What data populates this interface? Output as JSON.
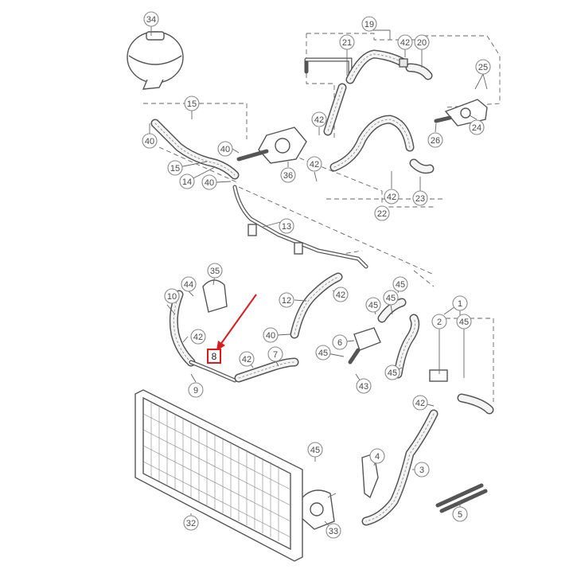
{
  "diagram": {
    "highlight": {
      "label": "8",
      "color": "#e0191c"
    },
    "callouts": {
      "c1": "1",
      "c2": "2",
      "c3": "3",
      "c4": "4",
      "c5": "5",
      "c6": "6",
      "c7": "7",
      "c9": "9",
      "c10": "10",
      "c12": "12",
      "c13": "13",
      "c14": "14",
      "c15a": "15",
      "c15b": "15",
      "c19": "19",
      "c20": "20",
      "c21": "21",
      "c22": "22",
      "c23": "23",
      "c24": "24",
      "c25": "25",
      "c26": "26",
      "c32": "32",
      "c33": "33",
      "c34": "34",
      "c35": "35",
      "c36": "36",
      "c40a": "40",
      "c40b": "40",
      "c40c": "40",
      "c40d": "40",
      "c42a": "42",
      "c42b": "42",
      "c42c": "42",
      "c42d": "42",
      "c42e": "42",
      "c42f": "42",
      "c42g": "42",
      "c42h": "42",
      "c43": "43",
      "c44": "44",
      "c45a": "45",
      "c45b": "45",
      "c45c": "45",
      "c45d": "45",
      "c45e": "45",
      "c45f": "45",
      "c45g": "45"
    }
  }
}
